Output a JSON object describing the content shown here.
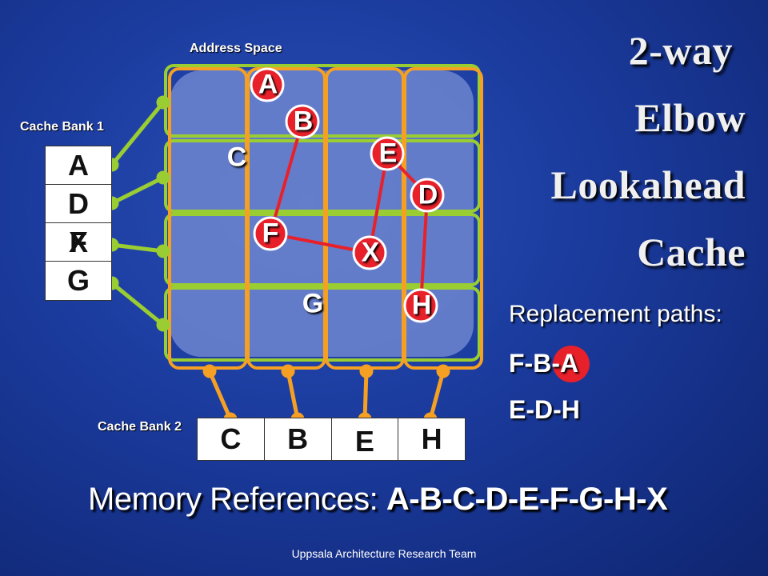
{
  "title": {
    "line1": "2-way",
    "line2": "Elbow",
    "line3": "Lookahead",
    "line4": "Cache"
  },
  "address_space_label": "Address Space",
  "cache_bank1": {
    "label": "Cache Bank 1",
    "cells": [
      "A",
      "D",
      "F",
      "G"
    ],
    "overlay_letter": "X"
  },
  "cache_bank2": {
    "label": "Cache Bank 2",
    "cells": [
      "C",
      "B",
      "E",
      "H"
    ]
  },
  "nodes": {
    "A": "A",
    "B": "B",
    "C": "C",
    "D": "D",
    "E": "E",
    "F": "F",
    "G": "G",
    "H": "H",
    "X": "X"
  },
  "replacement": {
    "title": "Replacement paths:",
    "path1_prefix": "F-B-",
    "path1_highlight": "A",
    "path2": "E-D-H"
  },
  "memory_refs": {
    "label": "Memory References: ",
    "sequence": "A-B-C-D-E-F-G-H-X"
  },
  "footer": "Uppsala Architecture Research Team",
  "colors": {
    "background": "#1a3a9c",
    "green_connector": "#9acd32",
    "orange_connector": "#f5a023",
    "red_node": "#e8202a",
    "inner_panel": "#6f86cf"
  }
}
